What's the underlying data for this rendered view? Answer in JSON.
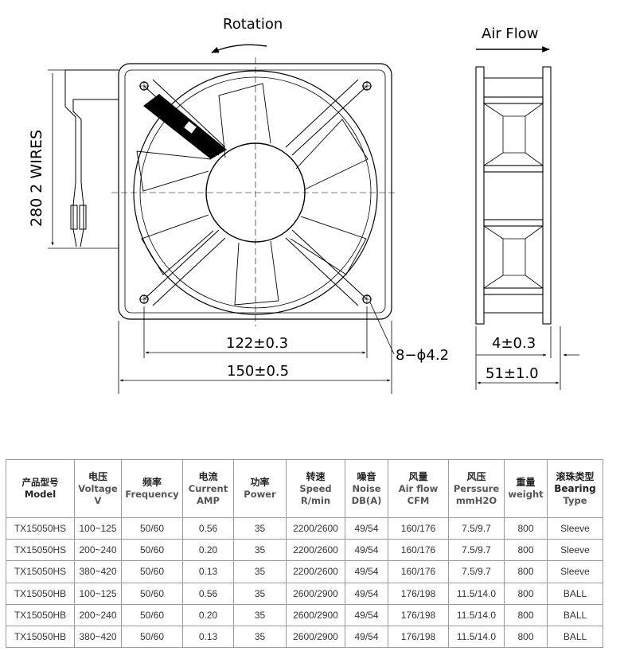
{
  "drawing": {
    "rotation_label": "Rotation",
    "airflow_label": "Air Flow",
    "wires_label": "280   2 WIRES",
    "dim_hole_spacing": "122±0.3",
    "dim_width": "150±0.5",
    "dim_hole": "8−ϕ4.2",
    "dim_flange": "4±0.3",
    "dim_depth": "51±1.0"
  },
  "table": {
    "headers": [
      {
        "zh": "产品型号Model",
        "en": ""
      },
      {
        "zh": "电压",
        "en": "Voltage V"
      },
      {
        "zh": "频率",
        "en": "Frequency"
      },
      {
        "zh": "电流",
        "en": "Current AMP"
      },
      {
        "zh": "功率",
        "en": "Power"
      },
      {
        "zh": "转速",
        "en": "Speed R/min"
      },
      {
        "zh": "噪音",
        "en": "Noise DB(A)"
      },
      {
        "zh": "风量",
        "en": "Air flow CFM"
      },
      {
        "zh": "风压",
        "en": "Perssure mmH2O"
      },
      {
        "zh": "重量",
        "en": "weight"
      },
      {
        "zh": "滚珠类型Bearing",
        "en": "Type"
      }
    ],
    "rows": [
      [
        "TX15050HS",
        "100~125",
        "50/60",
        "0.56",
        "35",
        "2200/2600",
        "49/54",
        "160/176",
        "7.5/9.7",
        "800",
        "Sleeve"
      ],
      [
        "TX15050HS",
        "200~240",
        "50/60",
        "0.20",
        "35",
        "2200/2600",
        "49/54",
        "160/176",
        "7.5/9.7",
        "800",
        "Sleeve"
      ],
      [
        "TX15050HS",
        "380~420",
        "50/60",
        "0.13",
        "35",
        "2200/2600",
        "49/54",
        "160/176",
        "7.5/9.7",
        "800",
        "Sleeve"
      ],
      [
        "TX15050HB",
        "100~125",
        "50/60",
        "0.56",
        "35",
        "2600/2900",
        "49/54",
        "176/198",
        "11.5/14.0",
        "800",
        "BALL"
      ],
      [
        "TX15050HB",
        "200~240",
        "50/60",
        "0.20",
        "35",
        "2600/2900",
        "49/54",
        "176/198",
        "11.5/14.0",
        "800",
        "BALL"
      ],
      [
        "TX15050HB",
        "380~420",
        "50/60",
        "0.13",
        "35",
        "2600/2900",
        "49/54",
        "176/198",
        "11.5/14.0",
        "800",
        "BALL"
      ]
    ]
  }
}
